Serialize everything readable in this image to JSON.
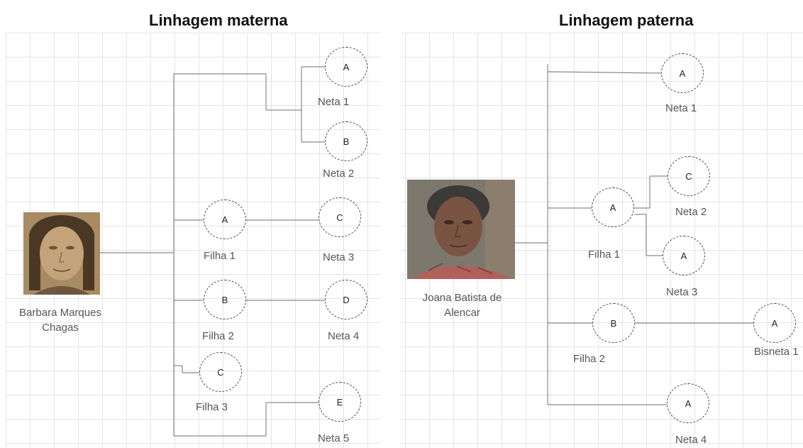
{
  "maternal": {
    "title": "Linhagem materna",
    "root_name": "Barbara Marques Chagas",
    "nodes": [
      {
        "letter": "A",
        "label": "Neta 1"
      },
      {
        "letter": "B",
        "label": "Neta 2"
      },
      {
        "letter": "A",
        "label": "Filha 1"
      },
      {
        "letter": "C",
        "label": "Neta 3"
      },
      {
        "letter": "B",
        "label": "Filha 2"
      },
      {
        "letter": "D",
        "label": "Neta 4"
      },
      {
        "letter": "C",
        "label": "Filha 3"
      },
      {
        "letter": "E",
        "label": "Neta 5"
      }
    ]
  },
  "paternal": {
    "title": "Linhagem paterna",
    "root_name": "Joana Batista de Alencar",
    "nodes": [
      {
        "letter": "A",
        "label": "Neta 1"
      },
      {
        "letter": "C",
        "label": "Neta 2"
      },
      {
        "letter": "A",
        "label": "Filha 1"
      },
      {
        "letter": "A",
        "label": "Neta 3"
      },
      {
        "letter": "B",
        "label": "Filha 2"
      },
      {
        "letter": "A",
        "label": "Bisneta 1"
      },
      {
        "letter": "A",
        "label": "Neta 4"
      }
    ]
  }
}
